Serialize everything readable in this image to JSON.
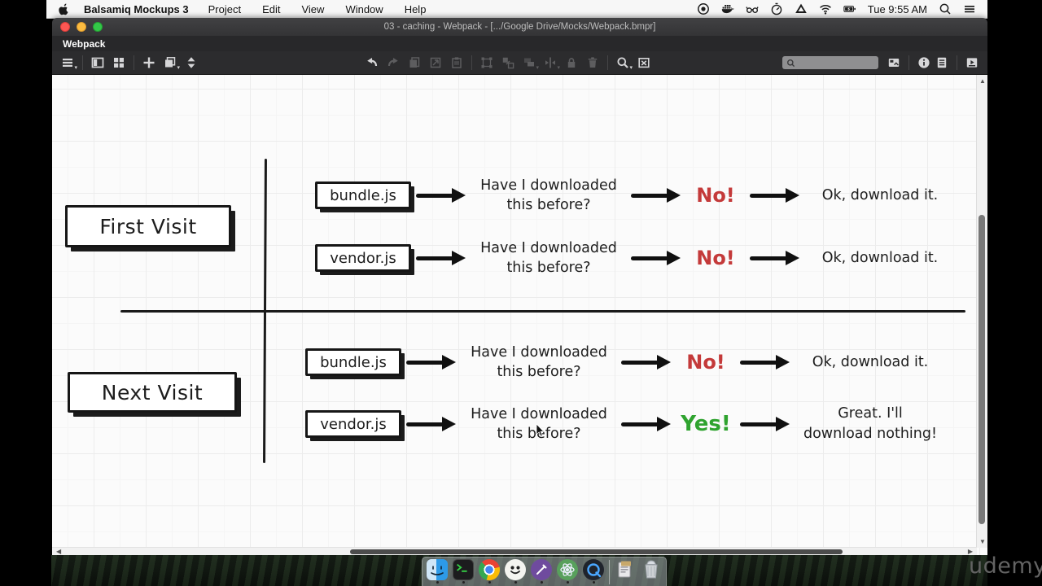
{
  "menu_bar": {
    "app_name": "Balsamiq Mockups 3",
    "menus": [
      "Project",
      "Edit",
      "View",
      "Window",
      "Help"
    ],
    "clock": "Tue 9:55 AM",
    "status_icons": [
      "screen-record-icon",
      "docker-whale-icon",
      "spectacles-icon",
      "timer-icon",
      "google-drive-icon",
      "wifi-icon",
      "battery-charging-icon",
      "spotlight-search-icon",
      "notification-center-icon"
    ]
  },
  "window": {
    "title": "03 - caching - Webpack - [.../Google Drive/Mocks/Webpack.bmpr]",
    "tab_label": "Webpack"
  },
  "toolbar": {
    "left_icons": [
      "project-menu-icon",
      "sidebar-toggle-icon",
      "grid-view-icon",
      "add-mockup-icon",
      "duplicate-mockup-icon",
      "reorder-icon"
    ],
    "edit_icons": [
      "undo-icon",
      "redo-icon",
      "copy-icon",
      "copy-special-icon",
      "paste-icon"
    ],
    "arrange_icons": [
      "group-icon",
      "ungroup-icon",
      "order-icon",
      "align-icon",
      "lock-icon",
      "delete-icon"
    ],
    "view_icons": [
      "zoom-icon",
      "actual-size-icon"
    ],
    "right_icons": [
      "ui-library-icon",
      "info-inspector-icon",
      "notes-icon",
      "presentation-icon"
    ],
    "search": {
      "value": "",
      "placeholder": ""
    }
  },
  "diagram": {
    "sections": [
      {
        "label": "First Visit"
      },
      {
        "label": "Next Visit"
      }
    ],
    "rows": [
      {
        "file": "bundle.js",
        "question_line1": "Have I downloaded",
        "question_line2": "this before?",
        "answer": "No!",
        "answer_color": "#c43a3a",
        "result_line1": "Ok, download it.",
        "result_line2": ""
      },
      {
        "file": "vendor.js",
        "question_line1": "Have I downloaded",
        "question_line2": "this before?",
        "answer": "No!",
        "answer_color": "#c43a3a",
        "result_line1": "Ok, download it.",
        "result_line2": ""
      },
      {
        "file": "bundle.js",
        "question_line1": "Have I downloaded",
        "question_line2": "this before?",
        "answer": "No!",
        "answer_color": "#c43a3a",
        "result_line1": "Ok, download it.",
        "result_line2": ""
      },
      {
        "file": "vendor.js",
        "question_line1": "Have I downloaded",
        "question_line2": "this before?",
        "answer": "Yes!",
        "answer_color": "#2fa32f",
        "result_line1": "Great.  I'll",
        "result_line2": "download nothing!"
      }
    ],
    "colors": {
      "no_red": "#c43a3a",
      "yes_green": "#2fa32f"
    }
  },
  "dock": {
    "items": [
      "finder",
      "terminal",
      "chrome",
      "balsamiq-mockups",
      "purple-editor",
      "atom",
      "quicktime",
      "documents-stack",
      "trash"
    ]
  },
  "watermark": "udemy"
}
